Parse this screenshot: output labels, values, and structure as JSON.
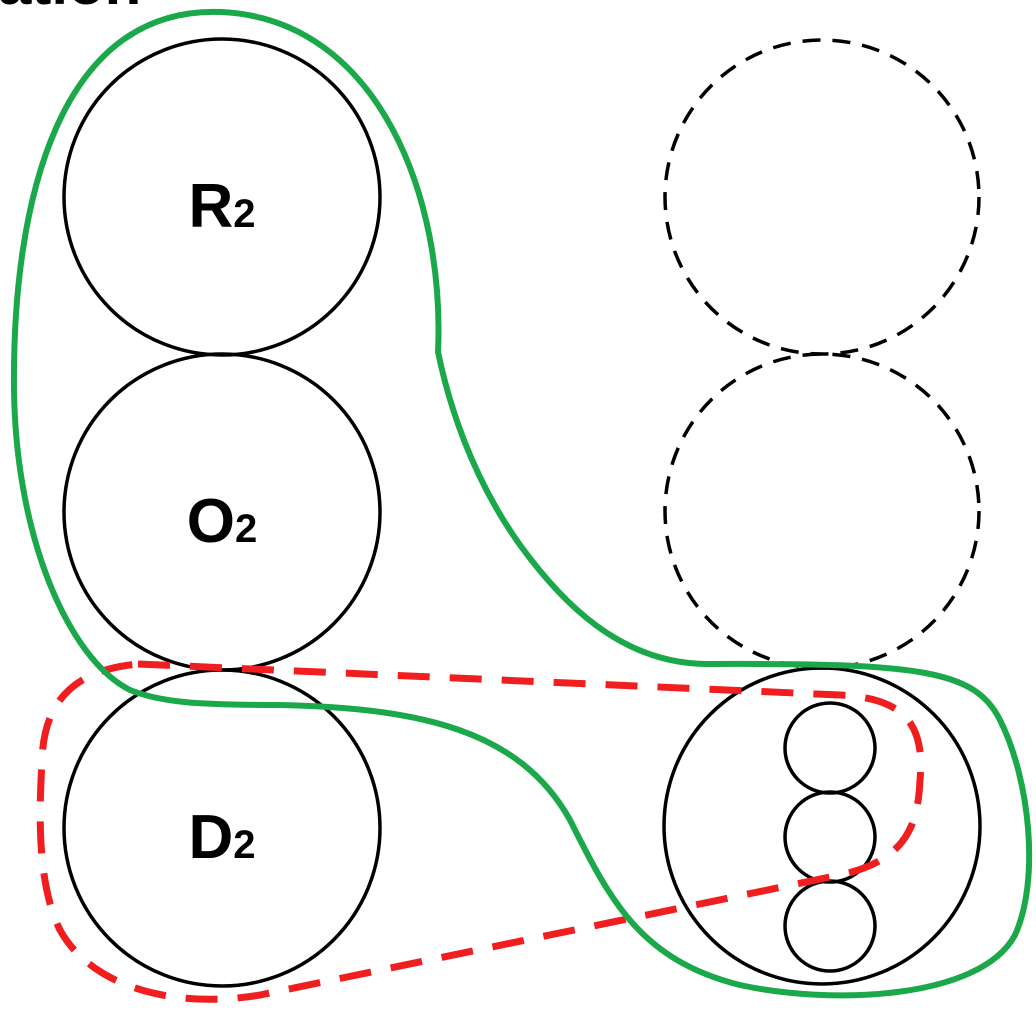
{
  "diagram": {
    "title_fragment": "ation",
    "nodes": [
      {
        "id": "R2",
        "letter": "R",
        "subscript": "2",
        "style": "solid"
      },
      {
        "id": "O2",
        "letter": "O",
        "subscript": "2",
        "style": "solid"
      },
      {
        "id": "D2",
        "letter": "D",
        "subscript": "2",
        "style": "solid"
      },
      {
        "id": "placeholder-top",
        "style": "dashed"
      },
      {
        "id": "placeholder-middle",
        "style": "dashed"
      },
      {
        "id": "composite",
        "style": "solid",
        "inner_circles": 3
      }
    ],
    "groupings": [
      {
        "id": "green-group",
        "color": "#1aa84a",
        "style": "solid",
        "members": [
          "R2",
          "O2",
          "composite"
        ]
      },
      {
        "id": "red-group",
        "color": "#f01e1e",
        "style": "dashed",
        "members": [
          "D2",
          "composite"
        ]
      }
    ]
  }
}
